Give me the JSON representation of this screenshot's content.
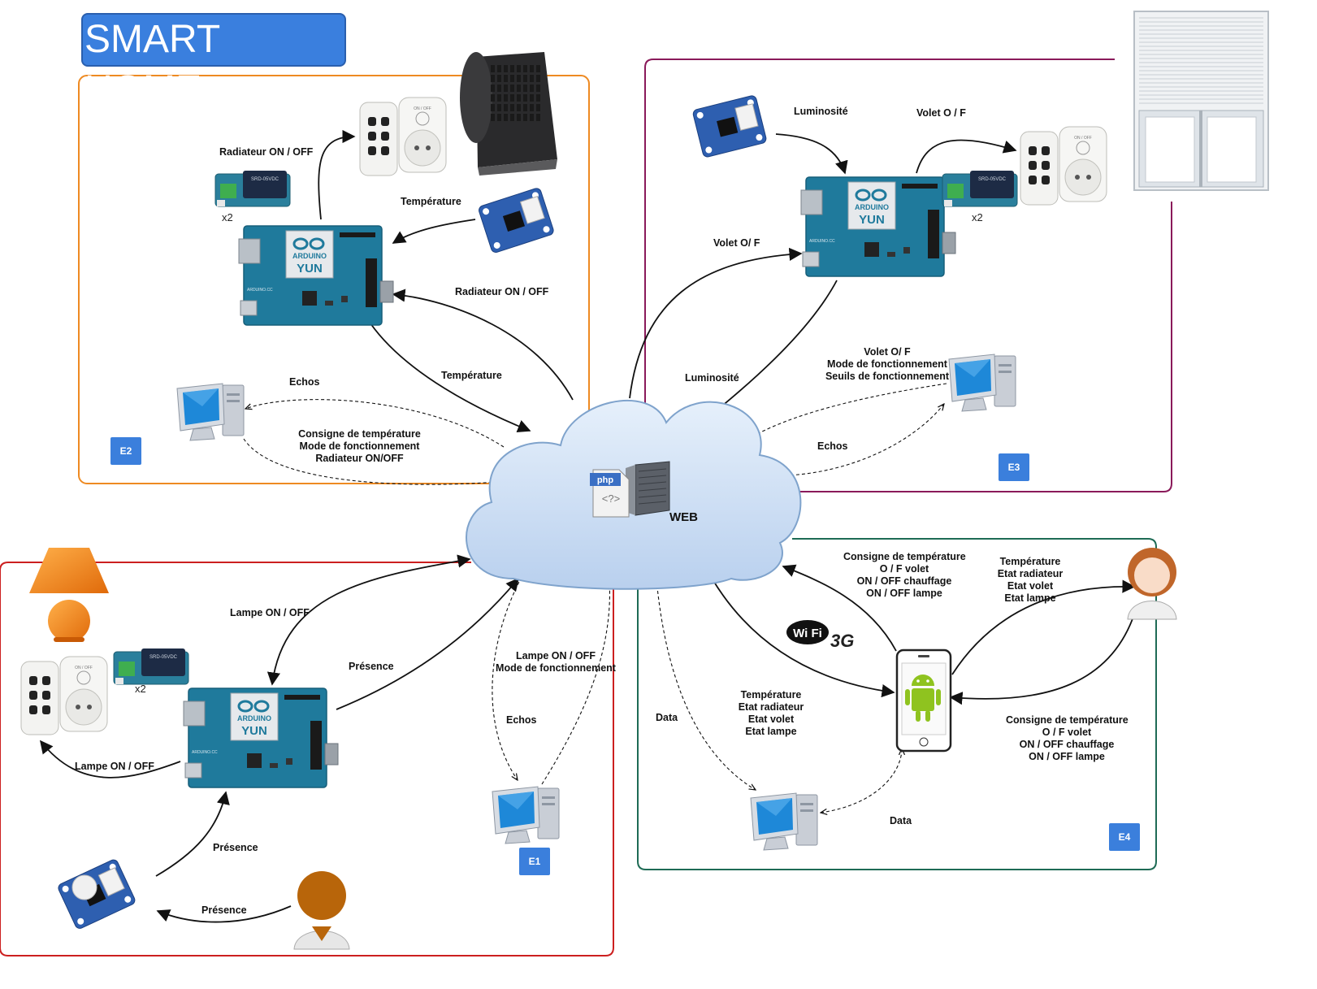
{
  "title": "SMART HOME",
  "boards": {
    "brand": "ARDUINO",
    "model": "YUN",
    "site": "ARDUINO.CC"
  },
  "cloud": {
    "label": "WEB",
    "php_tag": "php",
    "php_code": "<?>"
  },
  "wifi": {
    "wifi_text": "Wi Fi",
    "net_text": "3G"
  },
  "zones": {
    "e1": {
      "id": "E1",
      "color": "#cc1f1f"
    },
    "e2": {
      "id": "E2",
      "color": "#ee8a22"
    },
    "e3": {
      "id": "E3",
      "color": "#8a1a5a"
    },
    "e4": {
      "id": "E4",
      "color": "#1e6b55"
    }
  },
  "labels": {
    "e2_radiator_relay": "Radiateur ON / OFF",
    "e2_temperature_sensor": "Température",
    "e2_radiator_web": "Radiateur ON / OFF",
    "e2_temperature_web": "Température",
    "e2_echos": "Echos",
    "e2_pc_commands": [
      "Consigne de température",
      "Mode de fonctionnement",
      "Radiateur ON/OFF"
    ],
    "e2_x2": "x2",
    "e3_luminosity_sensor": "Luminosité",
    "e3_volet_relay": "Volet O / F",
    "e3_volet_web": "Volet O/ F",
    "e3_luminosity_web": "Luminosité",
    "e3_pc_commands": [
      "Volet O/ F",
      "Mode de fonctionnement",
      "Seuils de fonctionnement"
    ],
    "e3_echos": "Echos",
    "e3_x2": "x2",
    "e1_lamp_web": "Lampe ON / OFF",
    "e1_presence_web": "Présence",
    "e1_lamp_relay": "Lampe ON / OFF",
    "e1_presence_sensor": "Présence",
    "e1_presence_person": "Présence",
    "e1_pc_commands": [
      "Lampe ON / OFF",
      "Mode de fonctionnement"
    ],
    "e1_echos": "Echos",
    "e1_x2": "x2",
    "e4_phone_to_web": [
      "Consigne de température",
      "O / F volet",
      "ON / OFF chauffage",
      "ON / OFF lampe"
    ],
    "e4_web_to_phone": [
      "Température",
      "Etat radiateur",
      "Etat volet",
      "Etat lampe"
    ],
    "e4_phone_to_user": [
      "Température",
      "Etat radiateur",
      "Etat volet",
      "Etat lampe"
    ],
    "e4_user_to_phone": [
      "Consigne de température",
      "O / F volet",
      "ON / OFF chauffage",
      "ON / OFF lampe"
    ],
    "e4_data_web": "Data",
    "e4_data_phone": "Data"
  },
  "colors": {
    "board": "#1f7a9c",
    "board_dark": "#175f7a",
    "cloud_fill": "#cfe0f5",
    "cloud_stroke": "#7fa3cc",
    "relay": "#2a8a9a",
    "android": "#8fc31f",
    "pc_screen": "#1e88d8",
    "lamp": "#f08a1a"
  }
}
